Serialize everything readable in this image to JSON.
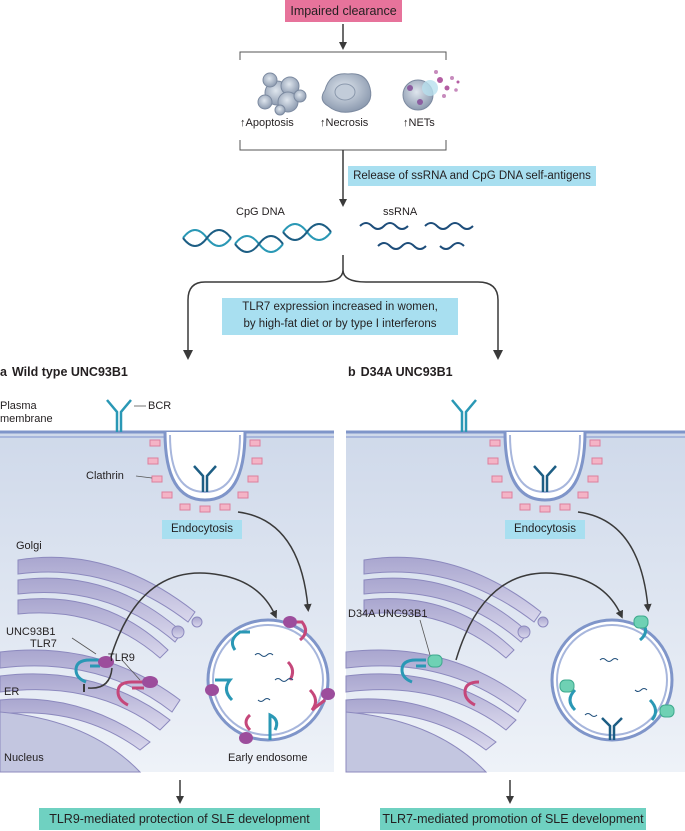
{
  "top_box": "Impaired clearance",
  "death_modes": [
    {
      "label": "↑Apoptosis"
    },
    {
      "label": "↑Necrosis"
    },
    {
      "label": "↑NETs"
    }
  ],
  "release_box": "Release of ssRNA and CpG DNA self-antigens",
  "cpg_label": "CpG DNA",
  "ssrna_label": "ssRNA",
  "tlr7_box": {
    "line1": "TLR7 expression increased in women,",
    "line2": "by high-fat diet or by type I interferons"
  },
  "panel_a": {
    "letter": "a",
    "title": "Wild type UNC93B1",
    "plasma_line1": "Plasma",
    "plasma_line2": "membrane",
    "bcr": "BCR",
    "clathrin": "Clathrin",
    "endocytosis": "Endocytosis",
    "golgi": "Golgi",
    "unc93b1": "UNC93B1",
    "tlr7": "TLR7",
    "tlr9": "TLR9",
    "er": "ER",
    "nucleus": "Nucleus",
    "early_endosome": "Early endosome",
    "outcome": "TLR9-mediated protection of SLE development"
  },
  "panel_b": {
    "letter": "b",
    "title": "D34A UNC93B1",
    "endocytosis": "Endocytosis",
    "d34a": "D34A UNC93B1",
    "outcome": "TLR7-mediated promotion of SLE development"
  },
  "colors": {
    "pink_box": "#e7739b",
    "cyan_box": "#a8dff0",
    "teal_box": "#6fd1c1",
    "membrane": "#7f95c9",
    "tlr7": "#2a98b5",
    "tlr9": "#c5477a",
    "unc93b1": "#9c4d9c",
    "d34a": "#6fd1b4"
  }
}
